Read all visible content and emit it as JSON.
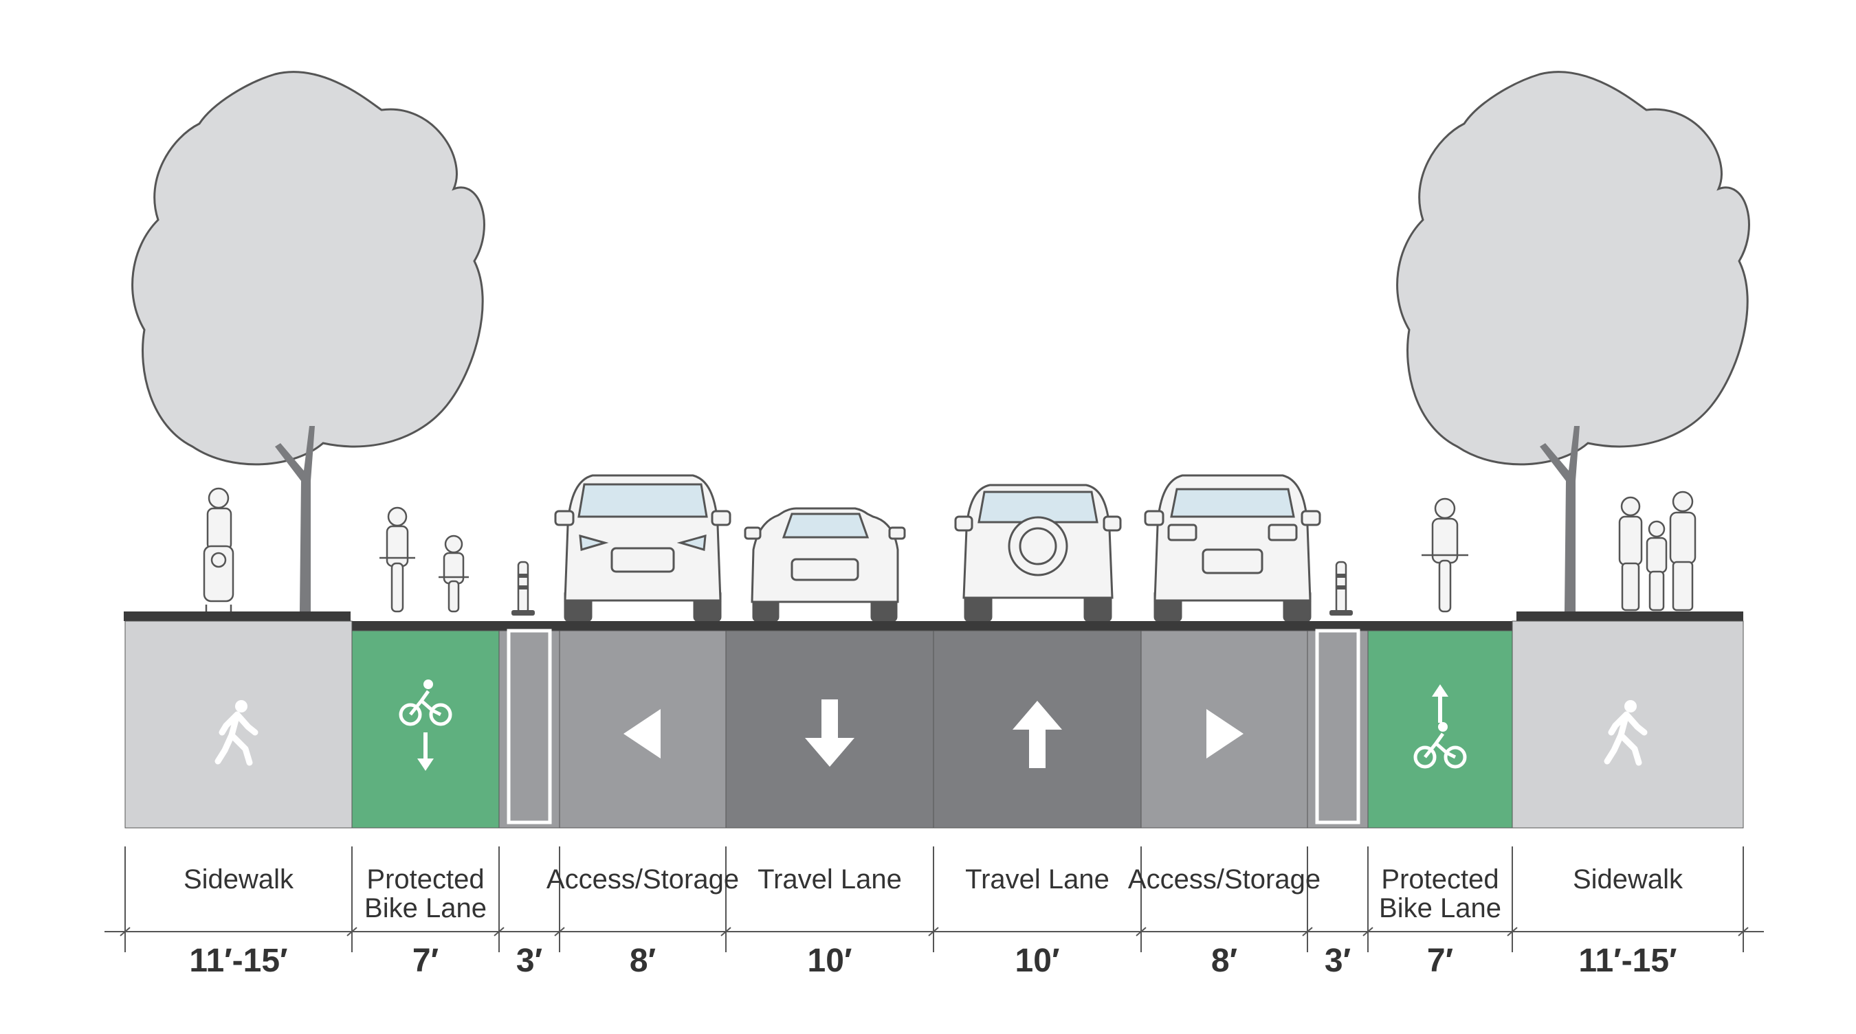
{
  "segments": [
    {
      "name": "Sidewalk",
      "label_lines": [
        "Sidewalk"
      ],
      "width": "11′-15′",
      "color": "#d1d2d4",
      "icon": "pedestrian-icon"
    },
    {
      "name": "Protected Bike Lane",
      "label_lines": [
        "Protected",
        "Bike Lane"
      ],
      "width": "7′",
      "color": "#5fb07f",
      "icon": "bike-down-icon"
    },
    {
      "name": "Buffer",
      "label_lines": [],
      "width": "3′",
      "color": "#9b9c9f",
      "icon": "buffer"
    },
    {
      "name": "Access/Storage",
      "label_lines": [
        "Access/Storage"
      ],
      "width": "8′",
      "color": "#9b9c9f",
      "icon": "triangle-left-icon"
    },
    {
      "name": "Travel Lane",
      "label_lines": [
        "Travel Lane"
      ],
      "width": "10′",
      "color": "#7d7e81",
      "icon": "arrow-down-icon"
    },
    {
      "name": "Travel Lane",
      "label_lines": [
        "Travel Lane"
      ],
      "width": "10′",
      "color": "#7d7e81",
      "icon": "arrow-up-icon"
    },
    {
      "name": "Access/Storage",
      "label_lines": [
        "Access/Storage"
      ],
      "width": "8′",
      "color": "#9b9c9f",
      "icon": "triangle-right-icon"
    },
    {
      "name": "Buffer",
      "label_lines": [],
      "width": "3′",
      "color": "#9b9c9f",
      "icon": "buffer"
    },
    {
      "name": "Protected Bike Lane",
      "label_lines": [
        "Protected",
        "Bike Lane"
      ],
      "width": "7′",
      "color": "#5fb07f",
      "icon": "bike-up-icon"
    },
    {
      "name": "Sidewalk",
      "label_lines": [
        "Sidewalk"
      ],
      "width": "11′-15′",
      "color": "#d1d2d4",
      "icon": "pedestrian-icon"
    }
  ],
  "colors": {
    "tree_fill": "#d9dadc",
    "tree_stroke": "#555555",
    "trunk": "#7a7b7e",
    "curb": "#3a3a3a",
    "vehicle_fill": "#f4f4f4",
    "windshield": "#d6e6ee",
    "outline": "#555555",
    "tire": "#555555",
    "text": "#333333",
    "white": "#ffffff"
  }
}
